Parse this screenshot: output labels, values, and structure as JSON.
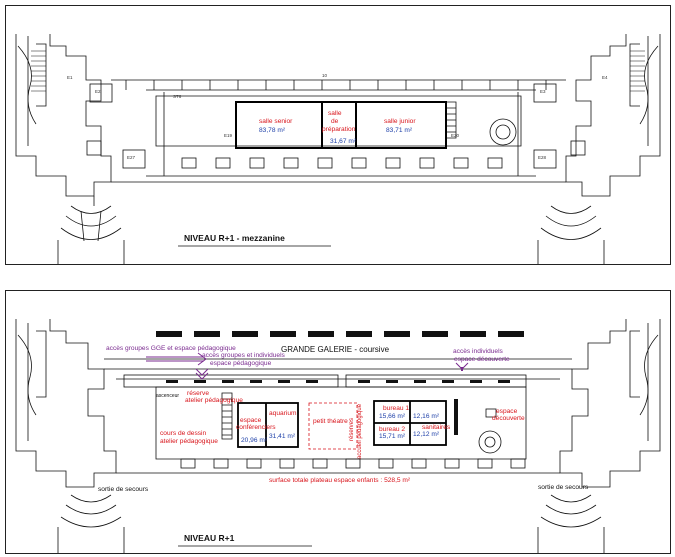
{
  "mezzanine": {
    "title": "NIVEAU R+1 - mezzanine",
    "rooms": [
      {
        "name": "salle senior",
        "area": "83,78 m²"
      },
      {
        "name_lines": [
          "salle",
          "de",
          "préparation"
        ],
        "area": "31,67 m²"
      },
      {
        "name": "salle junior",
        "area": "83,71 m²"
      }
    ],
    "codes": [
      "E1",
      "E4",
      "E2",
      "E3",
      "E27",
      "E28",
      "E19",
      "E20",
      "10",
      "ST6"
    ]
  },
  "level1": {
    "title": "NIVEAU R+1",
    "gallery_title": "GRANDE GALERIE - coursive",
    "access_group_gge": "accès groupes GGE et espace pédagogique",
    "access_groups_ind_lines": [
      "accès groupes et individuels",
      "espace pédagogique"
    ],
    "access_individuals_lines": [
      "accès individuels",
      "espace découverte"
    ],
    "ascenseur": "ascenceur",
    "reserve_lines": [
      "réserve",
      "atelier pédagogique"
    ],
    "cours_lines": [
      "cours de dessin",
      "atelier pédagogique"
    ],
    "espace_conf_lines": [
      "espace",
      "conférenciers"
    ],
    "espace_conf_area": "20,96 m²",
    "aquarium": "aquarium",
    "aquarium_area": "31,41 m²",
    "petit_theatre": "petit théatre",
    "reserves_vertical_1": "réserves",
    "reserves_vertical_2": "accueil pédagogique",
    "bureau1": "bureau 1",
    "bureau1_area": "15,66 m²",
    "bureau2": "bureau 2",
    "bureau2_area": "15,71 m²",
    "small_area": "12,16 m²",
    "sanitaires": "sanitaires",
    "sanitaires_area": "12,12 m²",
    "decouverte_lines": [
      "espace",
      "découverte"
    ],
    "surface_total": "surface totale plateau espace enfants : 528,5 m²",
    "exit_left": "sortie de secours",
    "exit_right": "sortie de secours"
  },
  "colors": {
    "red": "#d8141b",
    "blue": "#1d3fa8",
    "purple": "#7a2b8f",
    "line": "#111111"
  }
}
